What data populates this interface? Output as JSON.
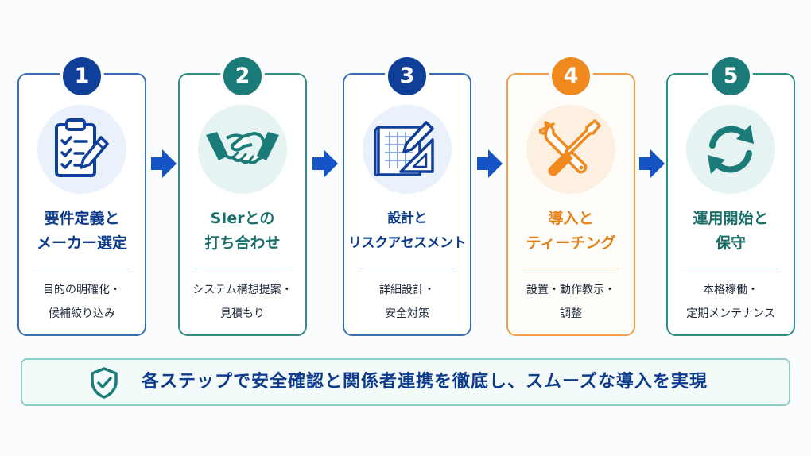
{
  "steps": [
    {
      "number": "1",
      "title_line1": "要件定義と",
      "title_line2": "メーカー選定",
      "desc_line1": "目的の明確化・",
      "desc_line2": "候補絞り込み",
      "icon": "clipboard-checklist-icon"
    },
    {
      "number": "2",
      "title_line1": "SIerとの",
      "title_line2": "打ち合わせ",
      "desc_line1": "システム構想提案・",
      "desc_line2": "見積もり",
      "icon": "handshake-icon"
    },
    {
      "number": "3",
      "title_line1": "設計と",
      "title_line2": "リスクアセスメント",
      "desc_line1": "詳細設計・",
      "desc_line2": "安全対策",
      "icon": "blueprint-pencil-icon"
    },
    {
      "number": "4",
      "title_line1": "導入と",
      "title_line2": "ティーチング",
      "desc_line1": "設置・動作教示・",
      "desc_line2": "調整",
      "icon": "wrench-screwdriver-icon"
    },
    {
      "number": "5",
      "title_line1": "運用開始と",
      "title_line2": "保守",
      "desc_line1": "本格稼働・",
      "desc_line2": "定期メンテナンス",
      "icon": "refresh-cycle-icon"
    }
  ],
  "banner": {
    "text": "各ステップで安全確認と関係者連携を徹底し、スムーズな導入を実現",
    "icon": "shield-check-icon"
  },
  "colors": {
    "navy": "#0f3f99",
    "teal": "#1b7b78",
    "orange": "#f08a1e",
    "arrow": "#1454c4"
  }
}
